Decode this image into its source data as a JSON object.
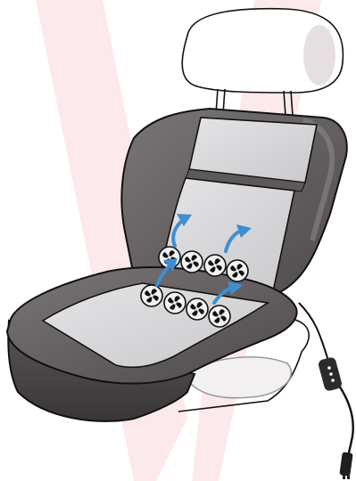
{
  "illustration": {
    "subject": "cooling-seat-cushion",
    "watermark_color": "#fbe9ec",
    "cushion_color": "#6f6a6c",
    "cushion_dark": "#4a4648",
    "panel_color": "#d9d9db",
    "arrow_color": "#3d8fd1",
    "fan_count": 8,
    "arrow_count": 4,
    "controller_leds": 3
  }
}
